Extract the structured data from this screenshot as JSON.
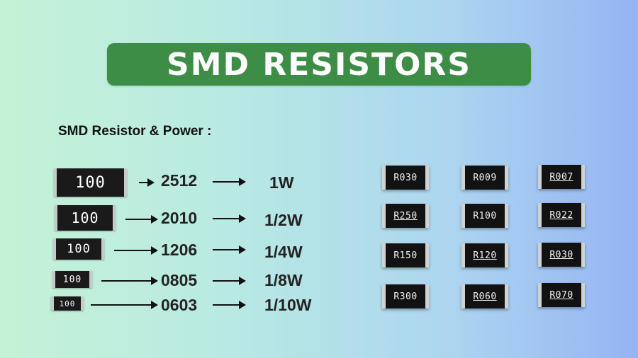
{
  "title": "SMD RESISTORS",
  "subheading": "SMD Resistor & Power :",
  "rows": [
    {
      "chip_code": "100",
      "size": "2512",
      "power": "1W"
    },
    {
      "chip_code": "100",
      "size": "2010",
      "power": "1/2W"
    },
    {
      "chip_code": "100",
      "size": "1206",
      "power": "1/4W"
    },
    {
      "chip_code": "100",
      "size": "0805",
      "power": "1/8W"
    },
    {
      "chip_code": "100",
      "size": "0603",
      "power": "1/10W"
    }
  ],
  "code_grid": [
    [
      "R030",
      "R009",
      "R007"
    ],
    [
      "R250",
      "R100",
      "R022"
    ],
    [
      "R150",
      "R120",
      "R030"
    ],
    [
      "R300",
      "R060",
      "R070"
    ]
  ]
}
